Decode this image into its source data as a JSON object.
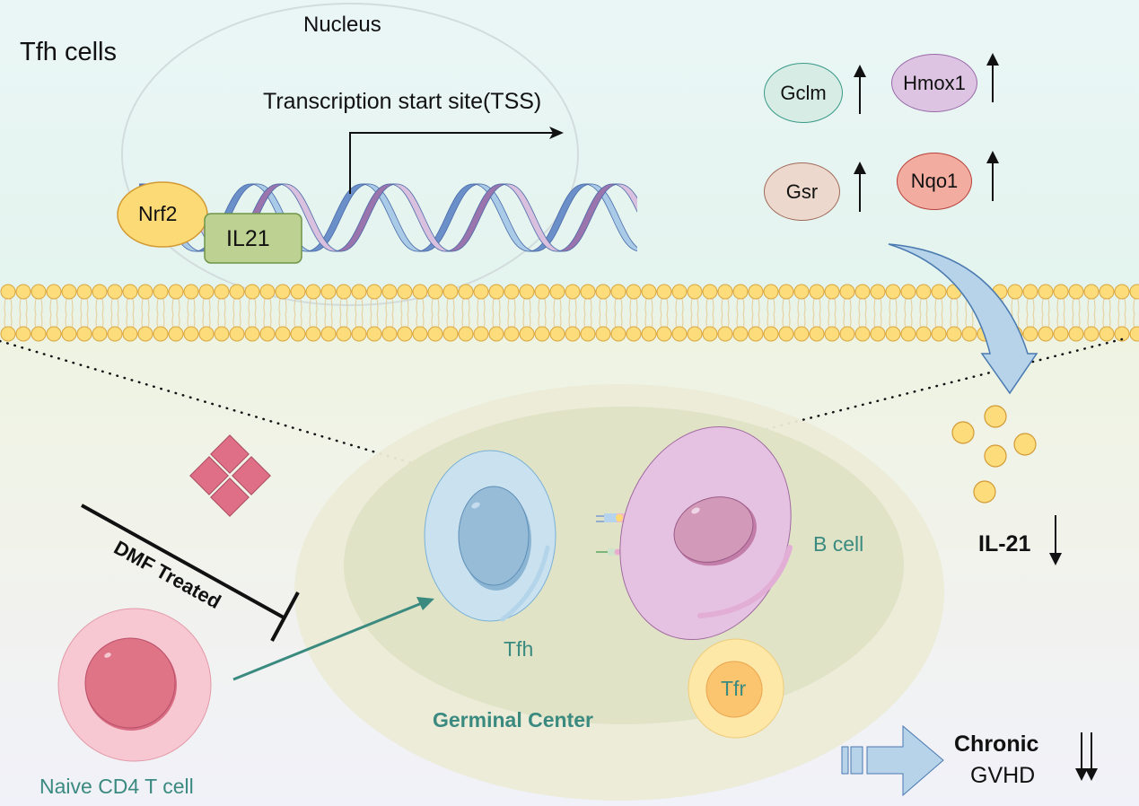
{
  "title": "Tfh cells",
  "nucleus": {
    "label": "Nucleus",
    "tss_label": "Transcription start site(TSS)",
    "transcription_factor": "Nrf2",
    "gene_box": "IL21"
  },
  "target_genes": [
    {
      "name": "Gclm",
      "change": "up",
      "fill": "#d6ece4",
      "stroke": "#3a9a88"
    },
    {
      "name": "Hmox1",
      "change": "up",
      "fill": "#dcc4e2",
      "stroke": "#9a6aa8"
    },
    {
      "name": "Gsr",
      "change": "up",
      "fill": "#ecd8cc",
      "stroke": "#a06a5a"
    },
    {
      "name": "Nqo1",
      "change": "up",
      "fill": "#f2aca0",
      "stroke": "#b8403a"
    }
  ],
  "cytokine": {
    "label": "IL-21",
    "change": "down"
  },
  "treatment": {
    "label": "DMF Treated",
    "color": "#de6f86"
  },
  "cells": {
    "naive": "Naive CD4 T cell",
    "tfh": "Tfh",
    "bcell": "B cell",
    "tfr": "Tfr",
    "germinal_center": "Germinal Center"
  },
  "outcome": {
    "line1": "Chronic",
    "line2": "GVHD",
    "change": "strongly down"
  },
  "colors": {
    "teal_text": "#3a8a80",
    "membrane_head": "#fddc7c",
    "membrane_stroke": "#d9a640",
    "arrow_blue": "#b7d3ea",
    "arrow_blue_stroke": "#4a7ab0"
  }
}
